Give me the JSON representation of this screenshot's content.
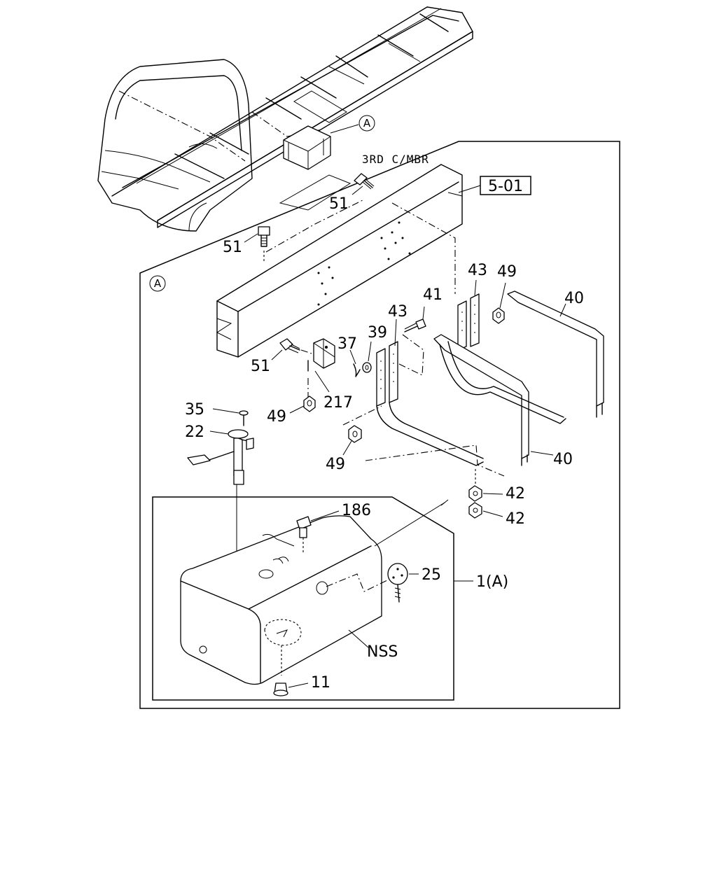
{
  "callouts": {
    "circle_a_top": "A",
    "circle_a_frame": "A",
    "ref_box": "5-01",
    "member_label": "3RD C/MBR",
    "nss": "NSS",
    "assembly": "1(A)"
  },
  "parts": {
    "p51_top": "51",
    "p51_left": "51",
    "p51_bracket": "51",
    "p43_right": "43",
    "p49_right": "49",
    "p40_top": "40",
    "p41": "41",
    "p43_mid": "43",
    "p39": "39",
    "p37": "37",
    "p217": "217",
    "p49_left": "49",
    "p35": "35",
    "p22": "22",
    "p49_mid": "49",
    "p40_bottom": "40",
    "p42_a": "42",
    "p42_b": "42",
    "p186": "186",
    "p25": "25",
    "p11": "11"
  }
}
